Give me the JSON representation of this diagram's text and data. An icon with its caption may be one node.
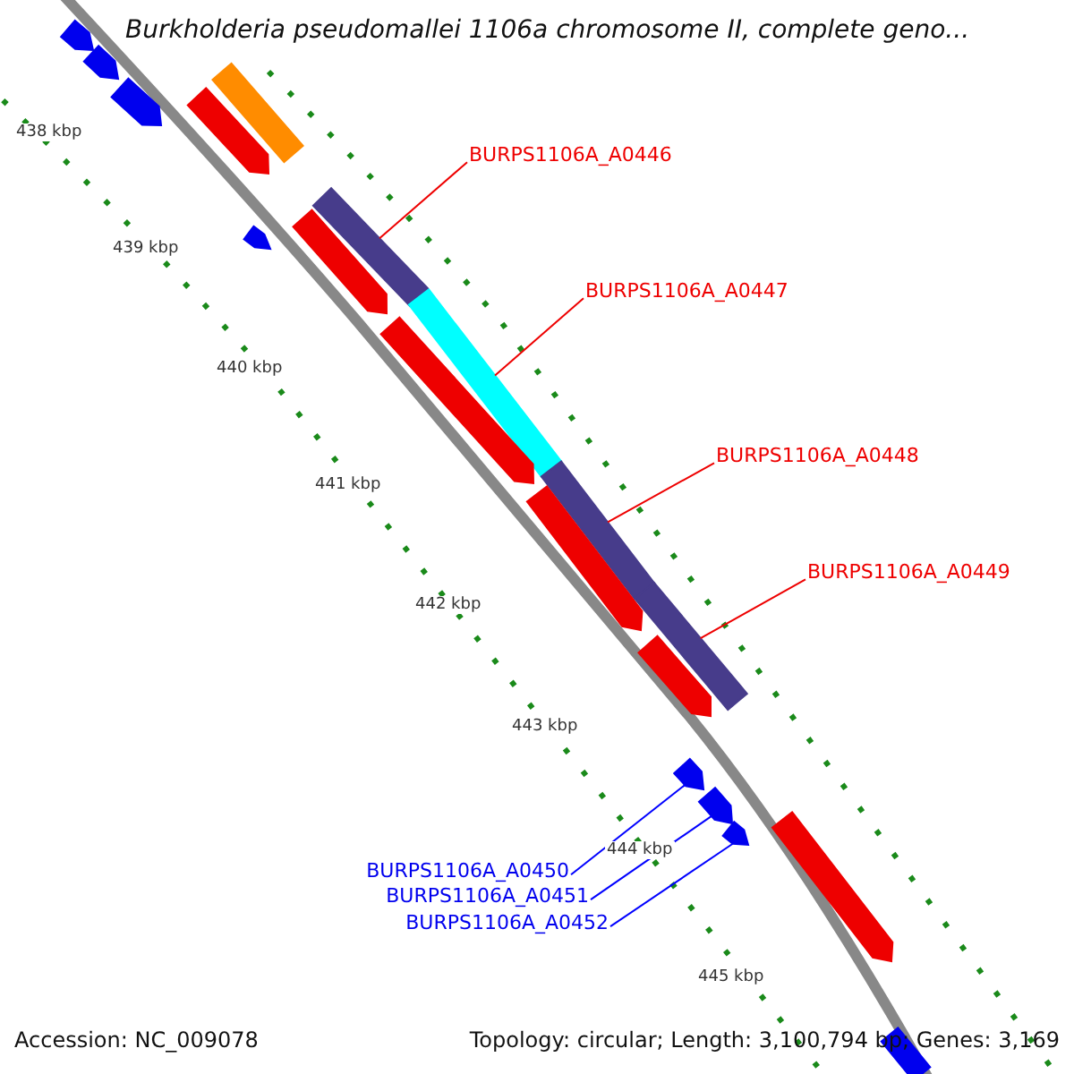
{
  "diagram": {
    "title": "Burkholderia pseudomallei 1106a chromosome II, complete geno...",
    "nodes": [
      {
        "text": [
          "BURPS1106A_A0446"
        ]
      },
      {
        "text": [
          "BURPS1106A_A0447"
        ]
      },
      {
        "text": [
          "BURPS1106A_A0448"
        ]
      },
      {
        "text": [
          "BURPS1106A_A0449"
        ]
      },
      {
        "text": [
          "BURPS1106A_A0450"
        ]
      },
      {
        "text": [
          "BURPS1106A_A0451"
        ]
      },
      {
        "text": [
          "BURPS1106A_A0452"
        ]
      },
      {
        "text": [],
        "shape": "bar"
      },
      {
        "text": [],
        "shape": "bar"
      },
      {
        "text": [],
        "shape": "bar"
      },
      {
        "text": [],
        "shape": "bar"
      },
      {
        "text": [],
        "shape": "bar"
      },
      {
        "text": [],
        "shape": "bar"
      },
      {
        "text": [],
        "shape": "bar"
      },
      {
        "text": [],
        "shape": "bar"
      },
      {
        "text": [],
        "shape": "bar"
      },
      {
        "text": [],
        "shape": "bar"
      },
      {
        "text": [],
        "shape": "bar"
      },
      {
        "text": [],
        "shape": "bar"
      },
      {
        "text": [],
        "shape": "bar"
      },
      {
        "text": [],
        "shape": "bar"
      },
      {
        "text": [],
        "shape": "bar"
      },
      {
        "text": [],
        "shape": "bar"
      },
      {
        "text": [],
        "shape": "bar"
      },
      {
        "text": [],
        "shape": "bar"
      },
      {
        "text": [],
        "shape": "bar"
      }
    ],
    "edges": [
      {
        "from": 0,
        "to": 12,
        "arrow": "none"
      },
      {
        "from": 1,
        "to": 15,
        "arrow": "none"
      },
      {
        "from": 2,
        "to": 17,
        "arrow": "none"
      },
      {
        "from": 3,
        "to": 19,
        "arrow": "none"
      },
      {
        "from": 4,
        "to": 21,
        "arrow": "none",
        "color": "#0000ff"
      },
      {
        "from": 5,
        "to": 22,
        "arrow": "none",
        "color": "#0000ff"
      },
      {
        "from": 6,
        "to": 24,
        "arrow": "none",
        "color": "#0000ff"
      }
    ],
    "labels": [
      "438 kbp",
      "439 kbp",
      "440 kbp",
      "441 kbp",
      "442 kbp",
      "443 kbp",
      "444 kbp",
      "445 kbp",
      "Accession: NC_009078",
      "Topology: circular; Length: 3,100,794 bp; Genes: 3,169"
    ]
  }
}
